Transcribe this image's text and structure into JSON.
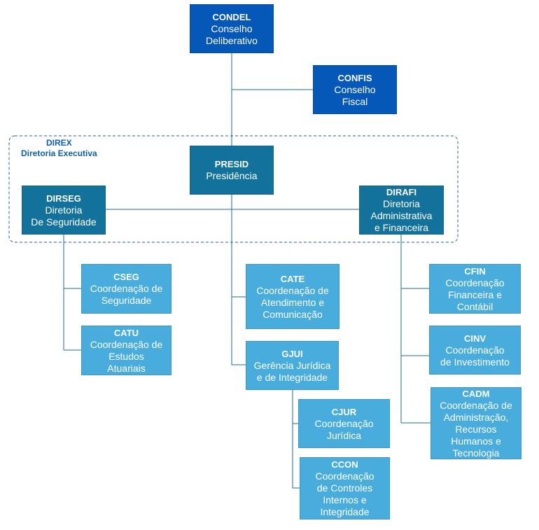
{
  "direx": {
    "code": "DIREX",
    "name": "Diretoria Executiva"
  },
  "colors": {
    "council": "#0558b8",
    "directorate": "#13729c",
    "unit": "#48addc",
    "line": "#1d6c8c",
    "dashed_border": "#2b5f9e"
  },
  "nodes": {
    "condel": {
      "code": "CONDEL",
      "name": "Conselho\nDeliberativo"
    },
    "confis": {
      "code": "CONFIS",
      "name": "Conselho\nFiscal"
    },
    "presid": {
      "code": "PRESID",
      "name": "Presidência"
    },
    "dirseg": {
      "code": "DIRSEG",
      "name": "Diretoria\nDe Seguridade"
    },
    "dirafi": {
      "code": "DIRAFI",
      "name": "Diretoria\nAdministrativa\ne Financeira"
    },
    "cseg": {
      "code": "CSEG",
      "name": "Coordenação de\nSeguridade"
    },
    "catu": {
      "code": "CATU",
      "name": "Coordenação de\nEstudos\nAtuariais"
    },
    "cate": {
      "code": "CATE",
      "name": "Coordenação de\nAtendimento e\nComunicação"
    },
    "gjui": {
      "code": "GJUI",
      "name": "Gerência Jurídica\ne de Integridade"
    },
    "cjur": {
      "code": "CJUR",
      "name": "Coordenação\nJurídica"
    },
    "ccon": {
      "code": "CCON",
      "name": "Coordenação\nde Controles\nInternos e\nIntegridade"
    },
    "cfin": {
      "code": "CFIN",
      "name": "Coordenação\nFinanceira e\nContábil"
    },
    "cinv": {
      "code": "CINV",
      "name": "Coordenação\nde Investimento"
    },
    "cadm": {
      "code": "CADM",
      "name": "Coordenação de\nAdministração,\nRecursos\nHumanos e\nTecnologia"
    }
  }
}
